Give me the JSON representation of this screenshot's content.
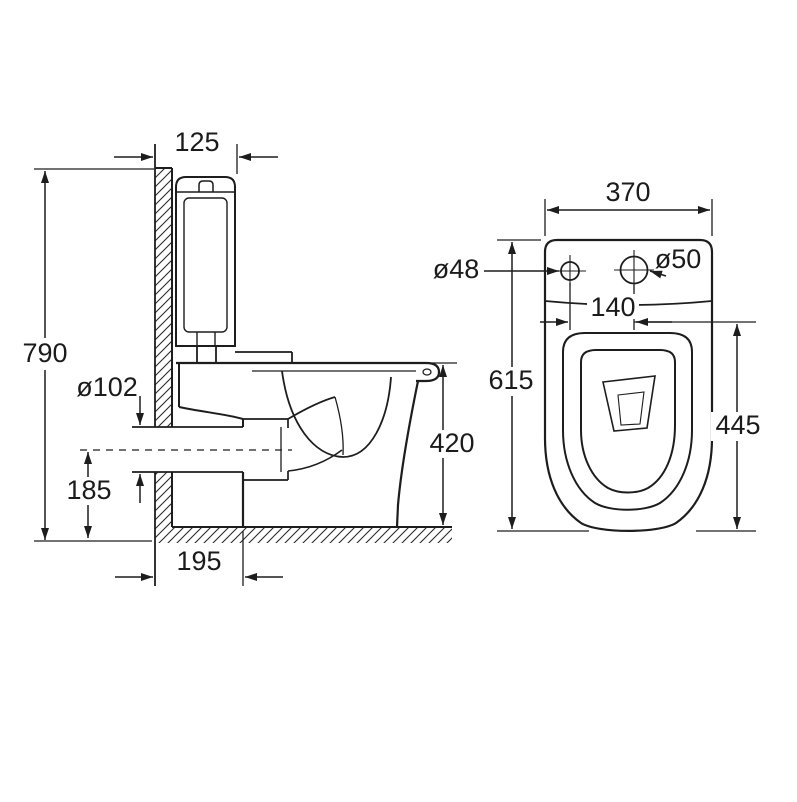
{
  "drawing_title": "toilet-technical-drawing",
  "colors": {
    "line": "#1d1d1d",
    "background": "#ffffff"
  },
  "side_view": {
    "width_top": "125",
    "height_total": "790",
    "outlet_diameter": "ø102",
    "outlet_height": "185",
    "bowl_height": "420",
    "outlet_offset": "195"
  },
  "top_view": {
    "width": "370",
    "hole_left": "ø48",
    "hole_right": "ø50",
    "hole_spacing": "140",
    "length": "615",
    "seat_length": "445"
  }
}
